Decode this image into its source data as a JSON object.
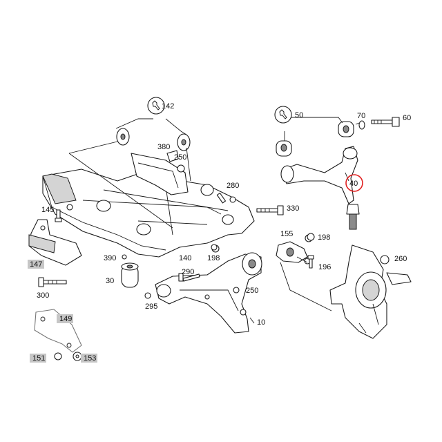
{
  "callouts": {
    "c10": "10",
    "c30": "30",
    "c40": "40",
    "c50": "50",
    "c60": "60",
    "c70": "70",
    "c140": "140",
    "c142": "142",
    "c145": "145",
    "c147": "147",
    "c149": "149",
    "c151": "151",
    "c153": "153",
    "c155": "155",
    "c196": "196",
    "c198a": "198",
    "c198b": "198",
    "c250a": "250",
    "c250b": "250",
    "c260": "260",
    "c280": "280",
    "c290": "290",
    "c295": "295",
    "c300": "300",
    "c330": "330",
    "c380": "380",
    "c390": "390"
  },
  "highlight": {
    "part": "40",
    "ring_color": "#e02020"
  },
  "icons": [
    "wrench-icon",
    "wrench-icon"
  ]
}
